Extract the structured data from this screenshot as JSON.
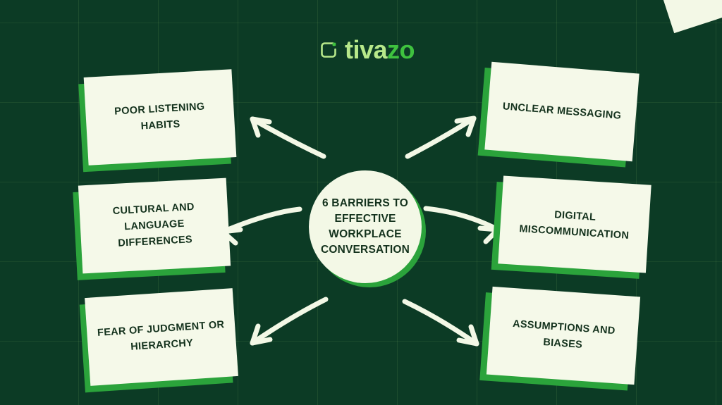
{
  "brand": {
    "name_part_1": "tiva",
    "name_part_2": "zo",
    "icon": "tivazo-logo-icon",
    "color_primary": "#b7e88a",
    "color_accent": "#3fc23f"
  },
  "theme": {
    "background": "#0c3b25",
    "card_fill": "#f5f9e9",
    "card_shadow": "#2ba33b",
    "text": "#14321d",
    "arrow": "#f3f8e6"
  },
  "center": {
    "title": "6 BARRIERS TO EFFECTIVE WORKPLACE CONVERSATION"
  },
  "cards": [
    {
      "id": "poor-listening",
      "label": "POOR LISTENING HABITS",
      "position": "top-left"
    },
    {
      "id": "unclear",
      "label": "UNCLEAR MESSAGING",
      "position": "top-right"
    },
    {
      "id": "cultural",
      "label": "CULTURAL AND LANGUAGE DIFFERENCES",
      "position": "middle-left"
    },
    {
      "id": "digital",
      "label": "DIGITAL MISCOMMUNICATION",
      "position": "middle-right"
    },
    {
      "id": "fear",
      "label": "FEAR OF JUDGMENT OR HIERARCHY",
      "position": "bottom-left"
    },
    {
      "id": "assumptions",
      "label": "ASSUMPTIONS AND BIASES",
      "position": "bottom-right"
    }
  ],
  "arrows": [
    {
      "id": "arrow-top-left",
      "direction": "up-left"
    },
    {
      "id": "arrow-top-right",
      "direction": "up-right"
    },
    {
      "id": "arrow-middle-left",
      "direction": "left"
    },
    {
      "id": "arrow-middle-right",
      "direction": "right"
    },
    {
      "id": "arrow-bottom-left",
      "direction": "down-left"
    },
    {
      "id": "arrow-bottom-right",
      "direction": "down-right"
    }
  ]
}
